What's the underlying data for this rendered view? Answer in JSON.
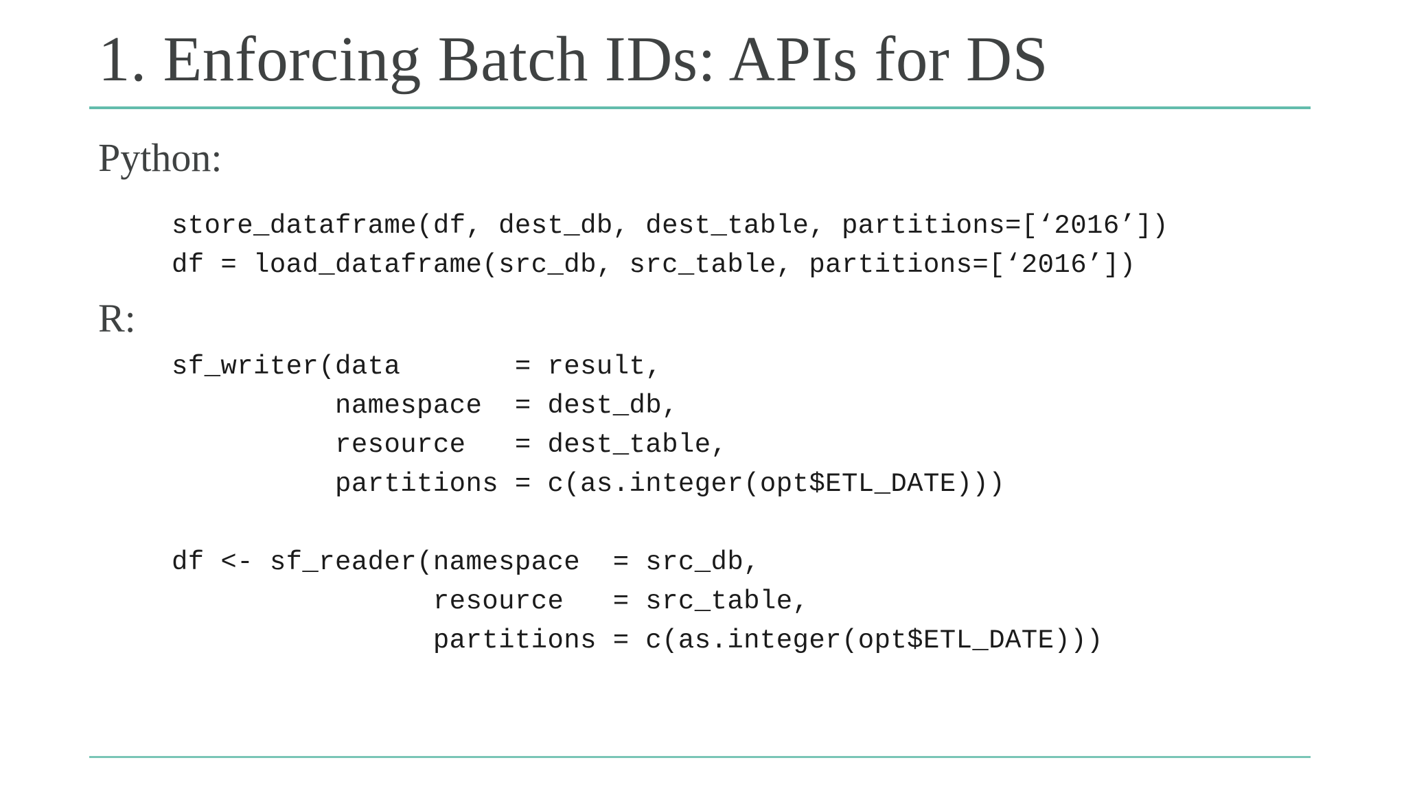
{
  "slide": {
    "title": "1. Enforcing Batch IDs: APIs for DS",
    "colors": {
      "background": "#ffffff",
      "accent": "#63bcac",
      "accent_light": "#79c5b6",
      "text": "#3f4242",
      "code": "#1b1b1b"
    },
    "sections": [
      {
        "label": "Python:",
        "language": "Python",
        "code": "store_dataframe(df, dest_db, dest_table, partitions=[‘2016’])\ndf = load_dataframe(src_db, src_table, partitions=[‘2016’])"
      },
      {
        "label": "R:",
        "language": "R",
        "code": "sf_writer(data       = result,\n          namespace  = dest_db,\n          resource   = dest_table,\n          partitions = c(as.integer(opt$ETL_DATE)))\n\ndf <- sf_reader(namespace  = src_db,\n                resource   = src_table,\n                partitions = c(as.integer(opt$ETL_DATE)))"
      }
    ]
  }
}
